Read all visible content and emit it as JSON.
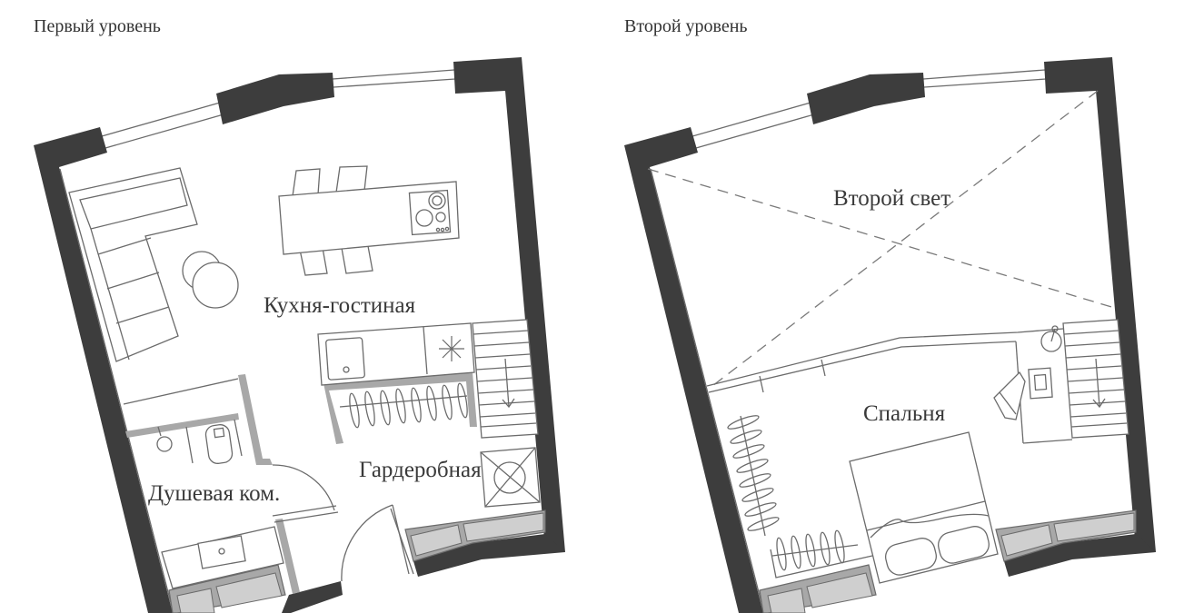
{
  "levels": {
    "first": {
      "title": "Первый уровень",
      "rooms": {
        "kitchen_living": "Кухня-гостиная",
        "shower": "Душевая ком.",
        "wardrobe": "Гардеробная"
      }
    },
    "second": {
      "title": "Второй уровень",
      "rooms": {
        "second_light": "Второй свет",
        "bedroom": "Спальня"
      }
    }
  },
  "colors": {
    "wall": "#3d3d3d",
    "partition": "#a8a8a8",
    "line": "#6b6b6b",
    "label": "#3a3a3a"
  }
}
